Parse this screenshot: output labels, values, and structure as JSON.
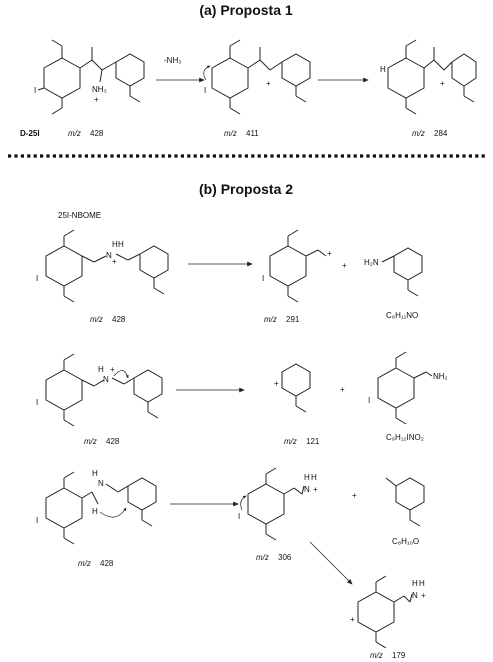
{
  "titles": {
    "a": "(a) Proposta 1",
    "b": "(b) Proposta 2"
  },
  "labels": {
    "d25i": "D-25I",
    "nbome": "25I-NBOME",
    "mz_prefix": "m/z",
    "loss_nh3": "-NH₃",
    "plus_sign": "+"
  },
  "atoms": {
    "iodine": "I",
    "hydrogen": "H",
    "nh3": "NH₃",
    "h2n": "H₂N",
    "nh2": "NH₂",
    "nh": "N",
    "charge": "+"
  },
  "mz_values": {
    "a1": "428",
    "a2": "411",
    "a3": "284",
    "b1": "428",
    "b1p": "291",
    "b2": "428",
    "b2p": "121",
    "b3": "428",
    "b3p": "306",
    "b3q": "179"
  },
  "formulas": {
    "f1": "C₈H₁₁NO",
    "f2": "C₉H₁₂INO₂",
    "f3": "C₈H₁₀O"
  },
  "colors": {
    "ink": "#111111",
    "background": "#ffffff"
  }
}
